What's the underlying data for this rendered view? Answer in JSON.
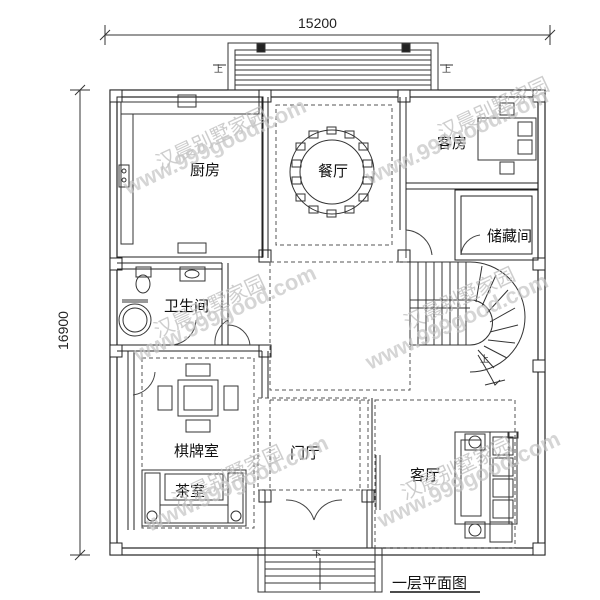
{
  "dimensions": {
    "width_label": "15200",
    "height_label": "16900"
  },
  "rooms": {
    "kitchen": "厨房",
    "dining": "餐厅",
    "guest_room": "客房",
    "storage": "储藏间",
    "bathroom": "卫生间",
    "chess_room": "棋牌室",
    "tea_room": "茶室",
    "foyer": "门厅",
    "living_room": "客厅"
  },
  "stair_marks": {
    "up": "上",
    "down": "下"
  },
  "plan_title": "一层平面图",
  "watermark": {
    "brand": "汉晨别墅家园",
    "site": "www.999good.com"
  }
}
